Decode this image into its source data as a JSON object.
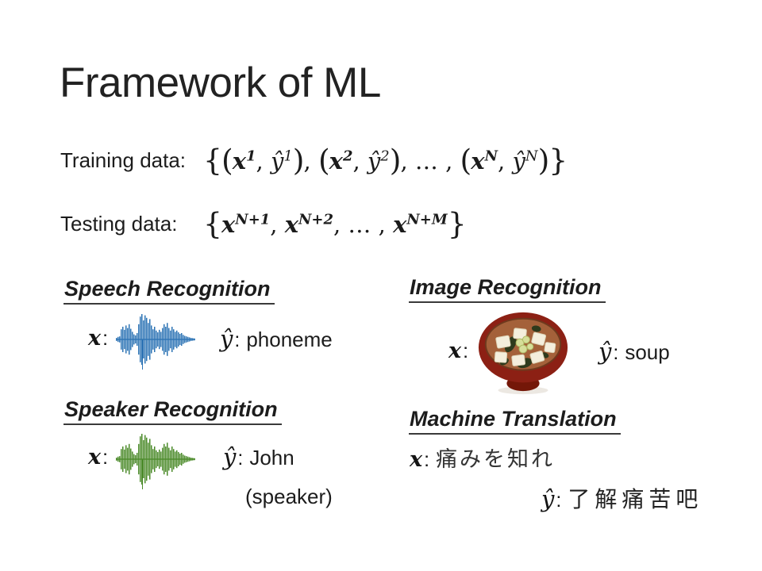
{
  "slide_title": "Framework of ML",
  "training": {
    "label": "Training data:",
    "formula_tokens": [
      {
        "t": "{",
        "s": "br"
      },
      {
        "t": "(",
        "s": "br"
      },
      {
        "t": "x",
        "s": "xb",
        "sup": "1"
      },
      {
        "t": ", ",
        "s": "pl"
      },
      {
        "t": "ŷ",
        "s": "yh",
        "sup": "1"
      },
      {
        "t": ")",
        "s": "br"
      },
      {
        "t": ", ",
        "s": "pl"
      },
      {
        "t": "(",
        "s": "br"
      },
      {
        "t": "x",
        "s": "xb",
        "sup": "2"
      },
      {
        "t": ", ",
        "s": "pl"
      },
      {
        "t": "ŷ",
        "s": "yh",
        "sup": "2"
      },
      {
        "t": ")",
        "s": "br"
      },
      {
        "t": ", … , ",
        "s": "pl"
      },
      {
        "t": "(",
        "s": "br"
      },
      {
        "t": "x",
        "s": "xb",
        "sup": "N"
      },
      {
        "t": ", ",
        "s": "pl"
      },
      {
        "t": "ŷ",
        "s": "yh",
        "sup": "N"
      },
      {
        "t": ")",
        "s": "br"
      },
      {
        "t": "}",
        "s": "br"
      }
    ]
  },
  "testing": {
    "label": "Testing data:",
    "formula_tokens": [
      {
        "t": "{",
        "s": "br"
      },
      {
        "t": "x",
        "s": "xb",
        "sup": "N+1"
      },
      {
        "t": ", ",
        "s": "pl"
      },
      {
        "t": "x",
        "s": "xb",
        "sup": "N+2"
      },
      {
        "t": ", … , ",
        "s": "pl"
      },
      {
        "t": "x",
        "s": "xb",
        "sup": "N+M"
      },
      {
        "t": "}",
        "s": "br"
      }
    ]
  },
  "math": {
    "x_var": "x",
    "y_hat_var": "ŷ",
    "colon": ":"
  },
  "sections": {
    "speech": {
      "title": "Speech Recognition",
      "y_value": "phoneme"
    },
    "image": {
      "title": "Image Recognition",
      "y_value": "soup"
    },
    "speaker": {
      "title": "Speaker Recognition",
      "y_value": "John",
      "y_note": "(speaker)"
    },
    "translation": {
      "title": "Machine Translation",
      "x_value": "痛みを知れ",
      "y_value": "了解痛苦吧"
    }
  },
  "icons": {
    "speech_input": "audio-waveform-icon-blue",
    "speaker_input": "audio-waveform-icon-green",
    "image_input": "miso-soup-photo"
  },
  "colors": {
    "waveform_blue": "#2E74B5",
    "waveform_green": "#4C8B2B",
    "text": "#1C1C1C",
    "soup_bowl": "#8C2014",
    "soup_bowl_dark": "#741708",
    "soup_broth": "#A4613A",
    "soup_tofu": "#F4EEDC",
    "soup_seaweed": "#2E3A1C",
    "soup_onion": "#D6DE9A"
  }
}
